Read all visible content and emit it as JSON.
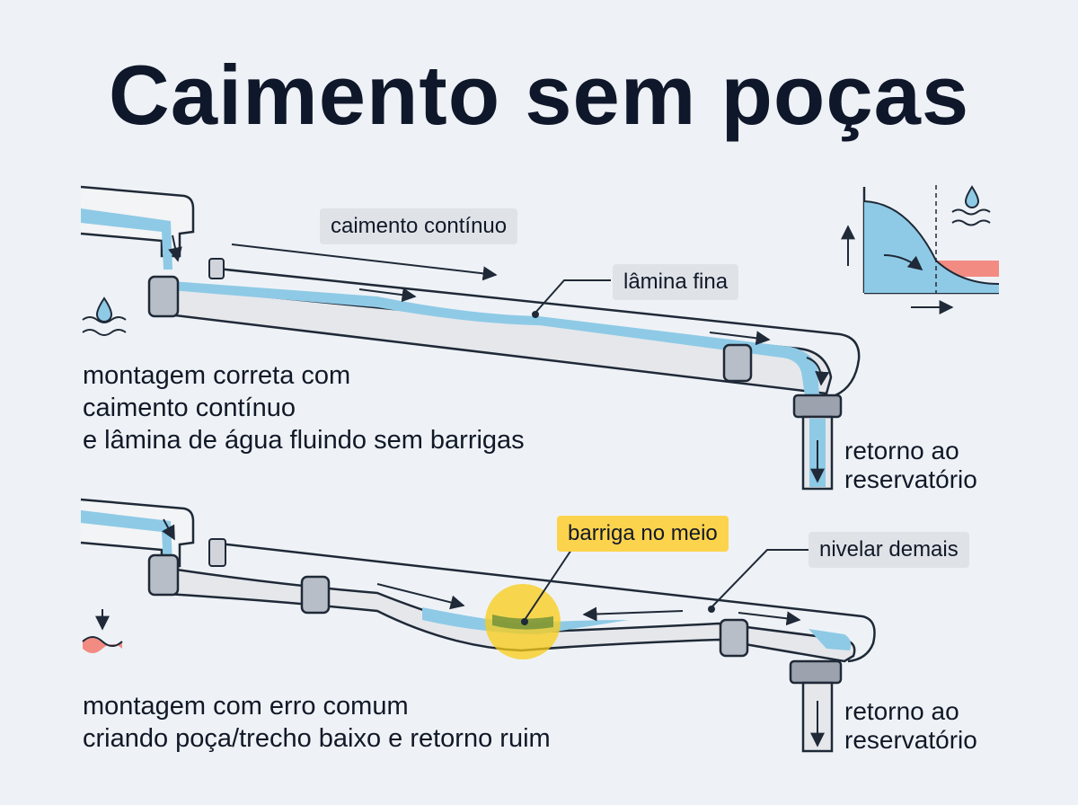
{
  "title": "Caimento sem poças",
  "top": {
    "label_slope": "caimento contínuo",
    "label_film": "lâmina fina",
    "caption": [
      "montagem correta com",
      "caimento contínuo",
      "e lâmina de água fluindo sem barrigas"
    ],
    "return": [
      "retorno ao",
      "reservatório"
    ]
  },
  "bottom": {
    "label_sag": "barriga no meio",
    "label_level": "nivelar demais",
    "caption": [
      "montagem com erro comum",
      "criando poça/trecho baixo e retorno ruim"
    ],
    "return": [
      "retorno ao",
      "reservatório"
    ]
  },
  "colors": {
    "water": "#8ecae6",
    "pipe": "#e5e7eb",
    "sag_highlight": "#facc15",
    "warning": "#f28b82",
    "stroke": "#1f2937"
  }
}
